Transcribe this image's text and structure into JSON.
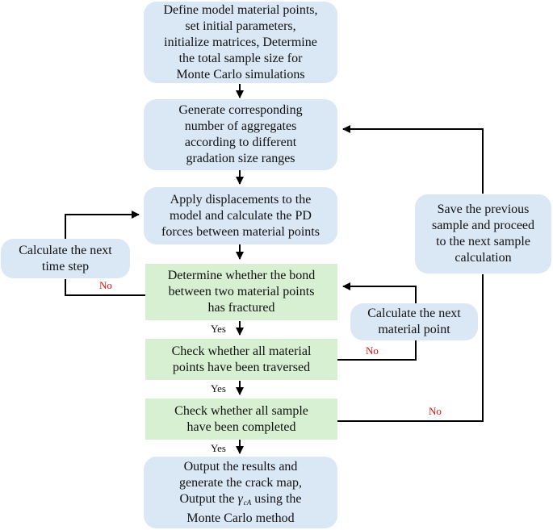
{
  "nodes": {
    "define": [
      "Define model material points,",
      "set initial parameters,",
      "initialize matrices, Determine",
      "the total sample size for",
      "Monte Carlo simulations"
    ],
    "generate": [
      "Generate corresponding",
      "number of aggregates",
      "according to different",
      "gradation size ranges"
    ],
    "apply": [
      "Apply displacements to the",
      "model and calculate the PD",
      "forces between material points"
    ],
    "determine": [
      "Determine whether the bond",
      "between two material points",
      "has fractured"
    ],
    "check_points": [
      "Check whether all material",
      "points have been traversed"
    ],
    "check_samples": [
      "Check whether all sample",
      "have been completed"
    ],
    "output": {
      "line1": "Output the results and",
      "line2": "generate the crack map,",
      "line3_pre": "Output the",
      "gamma_symbol": "γ",
      "gamma_subscript": "cA",
      "line3_post": "using the",
      "line4": "Monte Carlo method"
    },
    "time_step": [
      "Calculate the next",
      "time step"
    ],
    "next_point": [
      "Calculate the next",
      "material point"
    ],
    "save_sample": [
      "Save the previous",
      "sample and proceed",
      "to the next sample",
      "calculation"
    ]
  },
  "edge_labels": {
    "yes_1": "Yes",
    "yes_2": "Yes",
    "yes_3": "Yes",
    "no_bond": "No",
    "no_points": "No",
    "no_samples": "No"
  },
  "colors": {
    "process_box": "#dae7f5",
    "decision_box": "#d6f0d1",
    "no_label": "#e0130f",
    "arrow": "#000000"
  }
}
